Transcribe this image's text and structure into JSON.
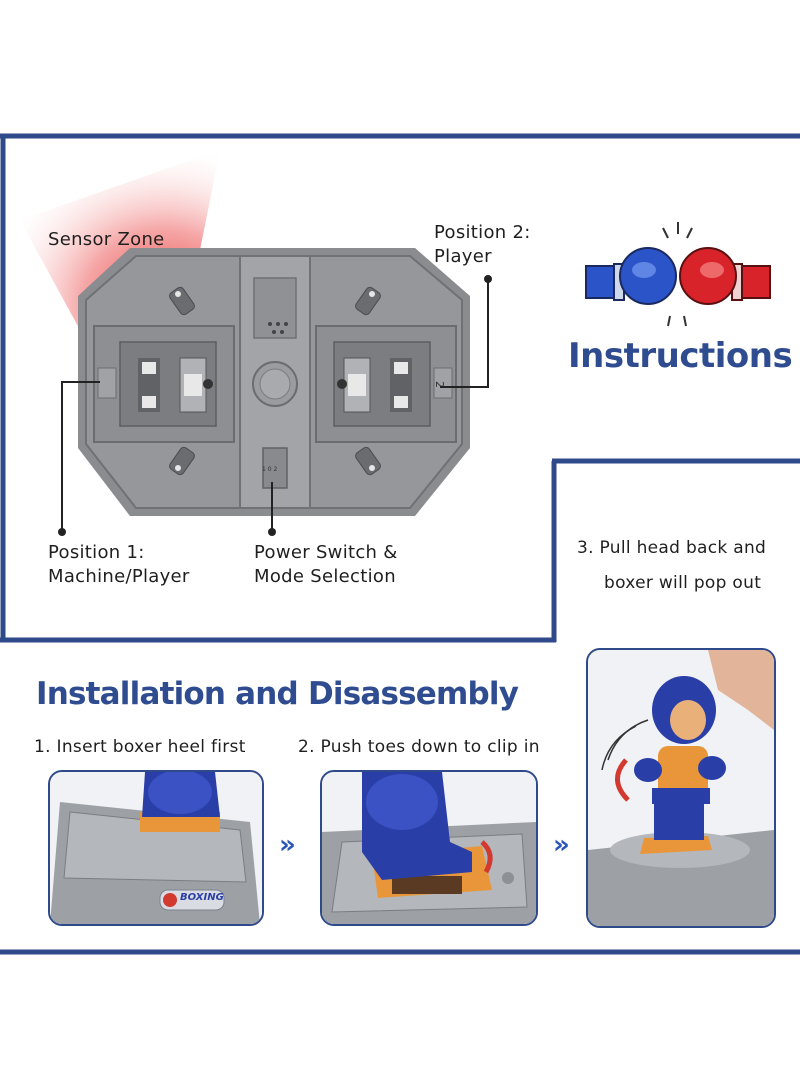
{
  "title": "Instructions",
  "diagram": {
    "sensor_zone": "Sensor Zone",
    "position2": {
      "line1": "Position 2:",
      "line2": "Player"
    },
    "position1": {
      "line1": "Position 1:",
      "line2": "Machine/Player"
    },
    "power_switch": {
      "line1": "Power Switch &",
      "line2": "Mode Selection"
    },
    "switch_marks": "1 0 2",
    "slot_mark_2": "2"
  },
  "step3": {
    "line1": "3. Pull head back and",
    "line2": "boxer will pop out"
  },
  "installation": {
    "heading": "Installation and Disassembly",
    "step1": "1. Insert boxer heel first",
    "step2": "2. Push toes down to clip in",
    "arrow_glyph": "»",
    "boxing_badge": "BOXING"
  },
  "colors": {
    "frame_blue": "#2f4a8a",
    "heading_blue": "#2e4c8f",
    "glove_blue": "#2a54c8",
    "glove_red": "#d8232a",
    "base_gray": "#7d7f83",
    "sensor_red": "#e8302f"
  }
}
